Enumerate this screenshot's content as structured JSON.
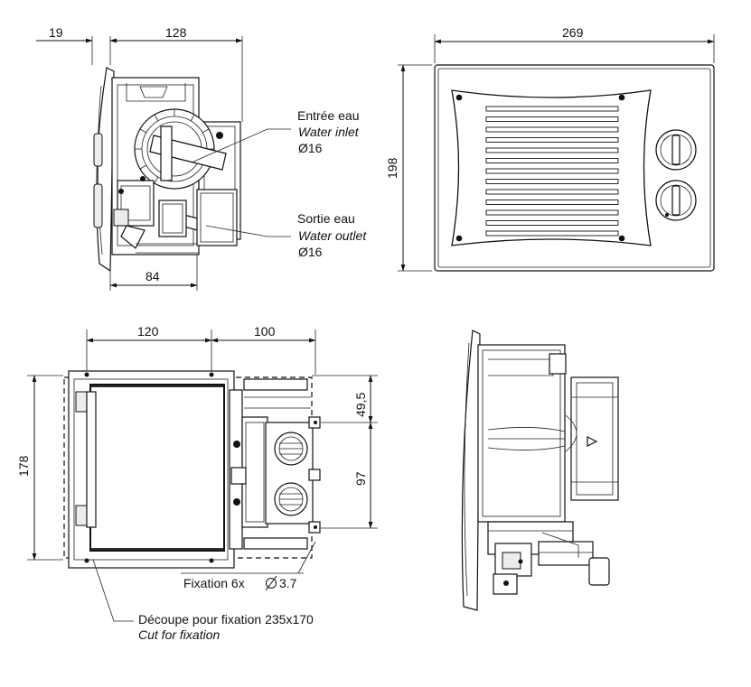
{
  "dimensions": {
    "side_depth_front": "19",
    "side_depth_body": "128",
    "side_depth_bottom": "84",
    "front_width": "269",
    "front_height": "198",
    "top_width_left": "120",
    "top_width_right": "100",
    "top_height": "178",
    "top_offset": "49,5",
    "top_spacing": "97"
  },
  "labels": {
    "water_inlet_fr": "Entrée eau",
    "water_inlet_en": "Water inlet",
    "water_inlet_dia": "Ø16",
    "water_outlet_fr": "Sortie eau",
    "water_outlet_en": "Water outlet",
    "water_outlet_dia": "Ø16",
    "fixation": "Fixation 6x",
    "fixation_dia": "3.7",
    "cutout_fr": "Découpe pour fixation 235x170",
    "cutout_en": "Cut for fixation"
  }
}
